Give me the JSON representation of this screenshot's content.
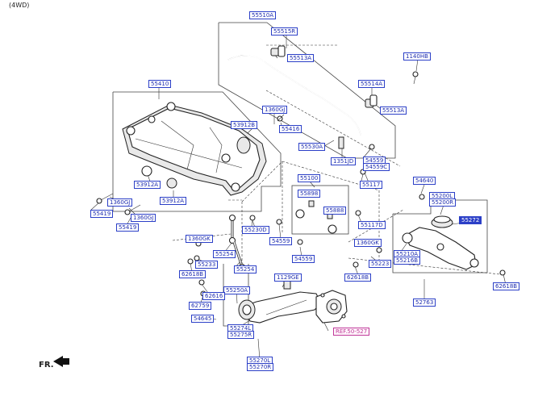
{
  "header": {
    "variant": "(4WD)"
  },
  "footer": {
    "direction": "FR."
  },
  "callouts": {
    "c55510A": "55510A",
    "c55515R": "55515R",
    "c55513A_top": "55513A",
    "c1140HB": "1140HB",
    "c55514A": "55514A",
    "c55513A_right": "55513A",
    "c55410": "55410",
    "c1360GJ_top": "1360GJ",
    "c53912B": "53912B",
    "c55416": "55416",
    "c55530A": "55530A",
    "c1351JD": "1351JD",
    "c54559_a": "54559",
    "c54559C": "54559C",
    "c53912A_left": "53912A",
    "c53912A_right": "53912A",
    "c1360GJ_left": "1360GJ",
    "c55419_a": "55419",
    "c55419_b": "55419",
    "c1360GJ_mid": "1360GJ",
    "c55100": "55100",
    "c55117_a": "55117",
    "c54640": "54640",
    "c55898": "55898",
    "c55888": "55888",
    "c55117D": "55117D",
    "c55200L": "55200L",
    "c55200R": "55200R",
    "c55272": "55272",
    "c55230D": "55230D",
    "c1360GK_left": "1360GK",
    "c54559_b": "54559",
    "c55254_a": "55254",
    "c55233": "55233",
    "c54559_c": "54559",
    "c1360GK_right": "1360GK",
    "c55223": "55223",
    "c55210A": "55210A",
    "c55216B": "55216B",
    "c62618B_left": "62618B",
    "c55254_b": "55254",
    "c62618B_mid": "62618B",
    "c62618B_right": "62618B",
    "c1129GE": "1129GE",
    "c55250A": "55250A",
    "c62616": "62616",
    "c62759": "62759",
    "c52763": "52763",
    "c54645": "54645",
    "c55274L": "55274L",
    "c55275R": "55275R",
    "ref": "REF.50-527",
    "c55270L": "55270L",
    "c55270R": "55270R"
  }
}
